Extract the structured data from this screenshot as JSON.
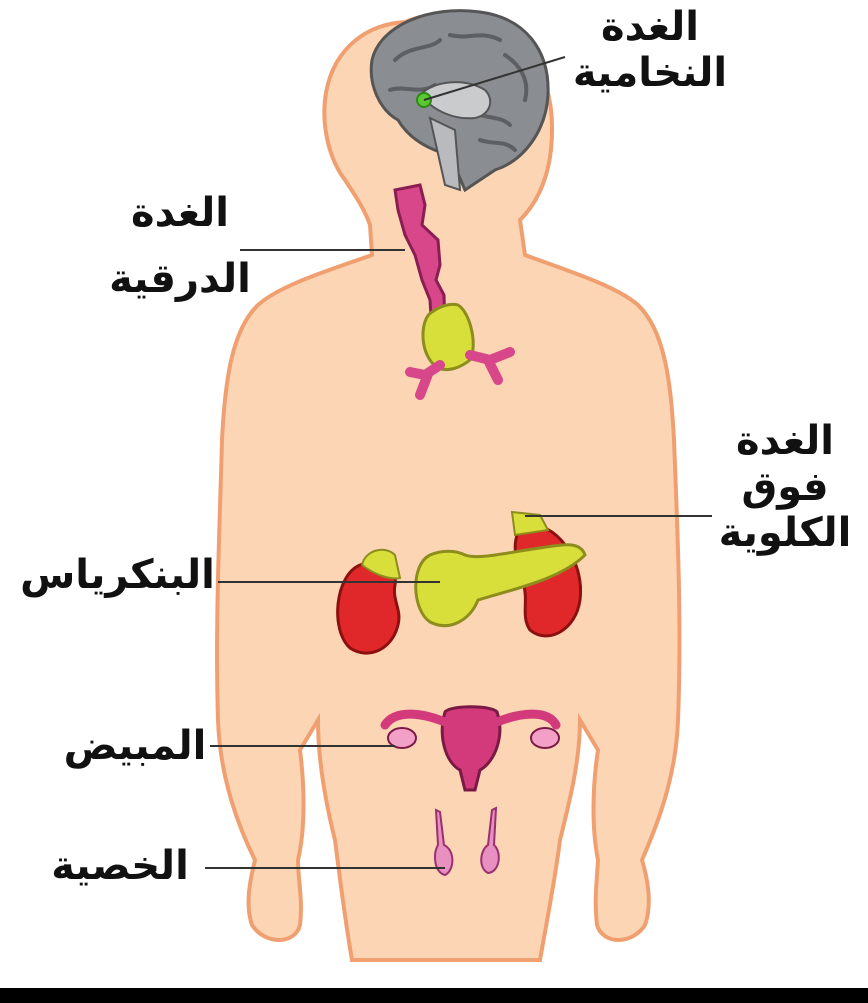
{
  "labels": {
    "pituitary": [
      "الغدة",
      "النخامية"
    ],
    "thyroid": [
      "الغدة",
      "الدرقية"
    ],
    "adrenal": [
      "الغدة",
      "فوق",
      "الكلوية"
    ],
    "pancreas": "البنكرياس",
    "ovary": "المبيض",
    "testis": "الخصية"
  },
  "colors": {
    "skin": "#fcd5b4",
    "skin_outline": "#f0a070",
    "brain": "#8a8d91",
    "kidney": "#e0282a",
    "gland_yellow": "#d8de3a",
    "trachea": "#d8478a",
    "uterus": "#d23a7c",
    "pituitary_dot": "#5ac832",
    "leader_line": "#333333"
  }
}
